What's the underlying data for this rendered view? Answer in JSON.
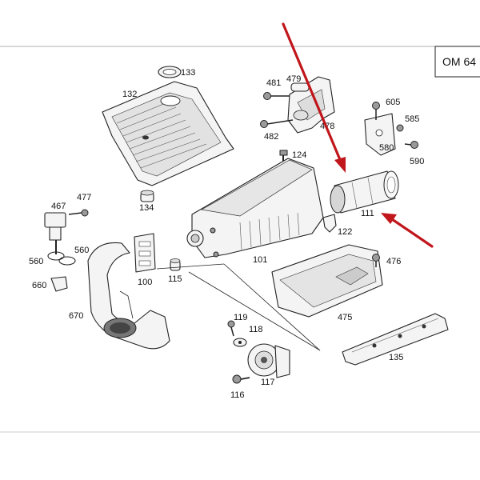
{
  "engine_code": "OM 64",
  "callouts": [
    {
      "id": "133",
      "label": "133"
    },
    {
      "id": "132",
      "label": "132"
    },
    {
      "id": "481",
      "label": "481"
    },
    {
      "id": "479",
      "label": "479"
    },
    {
      "id": "478",
      "label": "478"
    },
    {
      "id": "482",
      "label": "482"
    },
    {
      "id": "605",
      "label": "605"
    },
    {
      "id": "585",
      "label": "585"
    },
    {
      "id": "580",
      "label": "580"
    },
    {
      "id": "590",
      "label": "590"
    },
    {
      "id": "124",
      "label": "124"
    },
    {
      "id": "134",
      "label": "134"
    },
    {
      "id": "111",
      "label": "111"
    },
    {
      "id": "122",
      "label": "122"
    },
    {
      "id": "467",
      "label": "467"
    },
    {
      "id": "477",
      "label": "477"
    },
    {
      "id": "560a",
      "label": "560"
    },
    {
      "id": "560b",
      "label": "560"
    },
    {
      "id": "660",
      "label": "660"
    },
    {
      "id": "670",
      "label": "670"
    },
    {
      "id": "100",
      "label": "100"
    },
    {
      "id": "115",
      "label": "115"
    },
    {
      "id": "101",
      "label": "101"
    },
    {
      "id": "476",
      "label": "476"
    },
    {
      "id": "475",
      "label": "475"
    },
    {
      "id": "119",
      "label": "119"
    },
    {
      "id": "118",
      "label": "118"
    },
    {
      "id": "135",
      "label": "135"
    },
    {
      "id": "117",
      "label": "117"
    },
    {
      "id": "116",
      "label": "116"
    }
  ],
  "colors": {
    "arrow": "#c0161c",
    "line": "#222222",
    "background": "#ffffff"
  }
}
